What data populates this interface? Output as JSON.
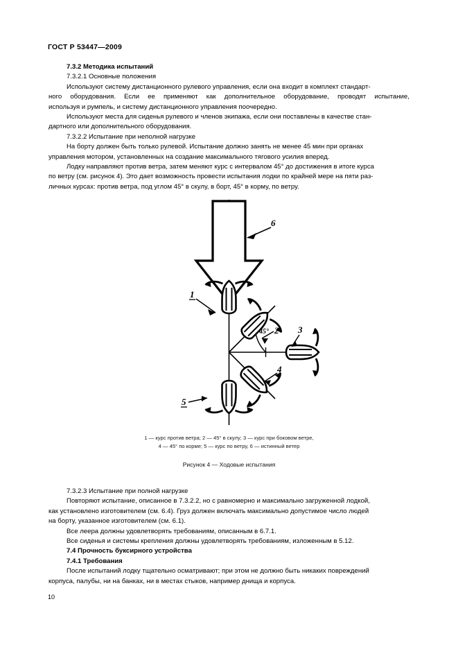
{
  "document": {
    "header": "ГОСТ Р 53447—2009",
    "page_number": "10"
  },
  "sections": {
    "s_732_title": "7.3.2  Методика испытаний",
    "s_7321_title": "7.3.2.1  Основные положения",
    "p1_l1": "Используют систему дистанционного рулевого управления, если она входит в комплект стандарт-",
    "p1_l2a": "ного",
    "p1_l2b": "оборудования.",
    "p1_l2c": "Если",
    "p1_l2d": "ее",
    "p1_l2e": "применяют",
    "p1_l2f": "как",
    "p1_l2g": "дополнительное",
    "p1_l2h": "оборудование,",
    "p1_l2i": "проводят",
    "p1_l2j": "испытание,",
    "p1_l3": "используя и румпель, и систему дистанционного управления поочередно.",
    "p2_l1": "Используют места для сиденья рулевого и членов экипажа, если они поставлены в качестве стан-",
    "p2_l2": "дартного или дополнительного оборудования.",
    "s_7322_title": "7.3.2.2  Испытание при неполной нагрузке",
    "p3_l1": "На борту должен быть только рулевой. Испытание должно занять не менее 45 мин при органах",
    "p3_l2": "управления мотором, установленных на создание максимального тягового усилия вперед.",
    "p4_l1": "Лодку направляют против ветра, затем меняют курс с интервалом 45° до достижения в итоге курса",
    "p4_l2": "по ветру (см. рисунок 4). Это дает возможность провести испытания лодки по крайней мере на пяти раз-",
    "p4_l3": "личных курсах: против ветра, под углом 45° в скулу, в борт, 45° в корму, по ветру.",
    "s_7323_title": "7.3.2.3  Испытание при полной нагрузке",
    "p5_l1": "Повторяют испытание, описанное в 7.3.2.2, но с равномерно и максимально загруженной лодкой,",
    "p5_l2": "как установлено изготовителем (см. 6.4). Груз должен включать максимально допустимое число людей",
    "p5_l3": "на борту, указанное изготовителем (см. 6.1).",
    "p6": "Все леера должны удовлетворять требованиям, описанным в 6.7.1.",
    "p7": "Все сиденья и системы крепления должны удовлетворять требованиям, изложенным в 5.12.",
    "s_74_title": "7.4  Прочность буксирного устройства",
    "s_741_title": "7.4.1  Требования",
    "p8_l1": "После испытаний лодку тщательно осматривают; при этом не должно быть никаких повреждений",
    "p8_l2": "корпуса, палубы, ни на банках, ни в местах стыков, например днища и корпуса."
  },
  "figure": {
    "angle_label": "45°",
    "callouts": {
      "c1": "1",
      "c2": "2",
      "c3": "3",
      "c4": "4",
      "c5": "5",
      "c6": "6"
    },
    "legend_line1": "1 —  курс против ветра; 2 —  45° в скулу; 3 —  курс при боковом ветре,",
    "legend_line2": "4 —  45° по корме; 5 —  курс по ветру, 6 —  истинный ветер",
    "title": "Рисунок 4 — Ходовые испытания"
  }
}
